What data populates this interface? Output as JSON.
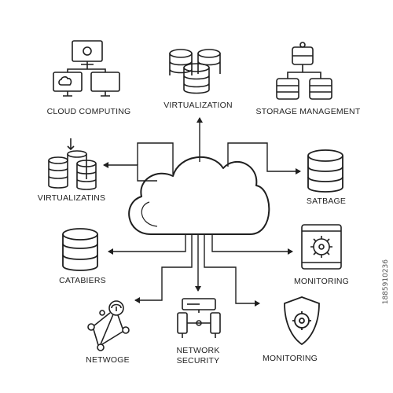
{
  "colors": {
    "stroke": "#1f1f1f",
    "background": "#ffffff"
  },
  "center": {
    "icon": "cloud-icon"
  },
  "nodes": {
    "cloud_computing": {
      "label": "CLOUD COMPUTING",
      "icon": "computer-network-icon"
    },
    "virtualization_top": {
      "label": "VIRTUALIZATION",
      "icon": "database-stack-icon"
    },
    "storage_management": {
      "label": "STORAGE MANAGEMENT",
      "icon": "storage-tree-icon"
    },
    "virtualizatins": {
      "label": "VIRTUALIZATINS",
      "icon": "server-stack-icon"
    },
    "satbage": {
      "label": "SATBAGE",
      "icon": "database-icon"
    },
    "catabiers": {
      "label": "CATABIERS",
      "icon": "database-cylinder-icon"
    },
    "monitoring_right": {
      "label": "MONITORING",
      "icon": "monitor-gear-icon"
    },
    "netwoge": {
      "label": "NETWOGE",
      "icon": "network-nodes-icon"
    },
    "network_security": {
      "label_line1": "NETWORK",
      "label_line2": "SECURITY",
      "icon": "server-rack-icon"
    },
    "monitoring_bottom": {
      "label": "MONITORING",
      "icon": "shield-gear-icon"
    }
  },
  "watermark": "1885910236"
}
